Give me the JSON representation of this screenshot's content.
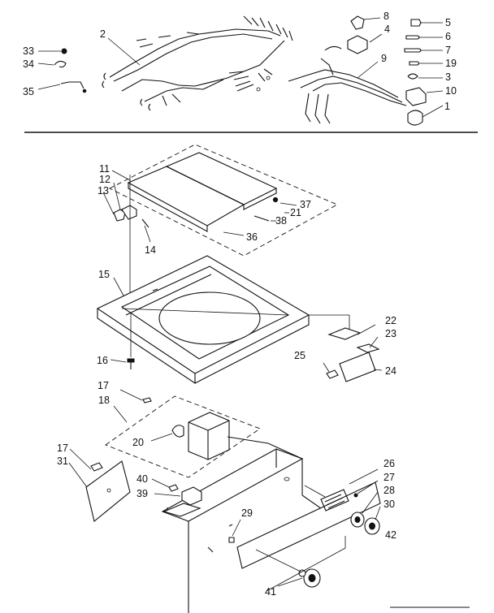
{
  "labels": {
    "l1": "1",
    "l2": "2",
    "l3": "3",
    "l4": "4",
    "l5": "5",
    "l6": "6",
    "l7": "7",
    "l8": "8",
    "l9": "9",
    "l10": "10",
    "l11": "11",
    "l12": "12",
    "l13": "13",
    "l14": "14",
    "l15": "15",
    "l16": "16",
    "l17a": "17",
    "l17b": "17",
    "l18": "18",
    "l19": "19",
    "l20": "20",
    "l21": "21",
    "l22": "22",
    "l23": "23",
    "l24": "24",
    "l25": "25",
    "l26": "26",
    "l27": "27",
    "l28": "28",
    "l29": "29",
    "l30": "30",
    "l31": "31",
    "l33": "33",
    "l34": "34",
    "l35": "35",
    "l36": "36",
    "l37": "37",
    "l38": "38",
    "l39": "39",
    "l40": "40",
    "l41": "41",
    "l42": "42"
  }
}
